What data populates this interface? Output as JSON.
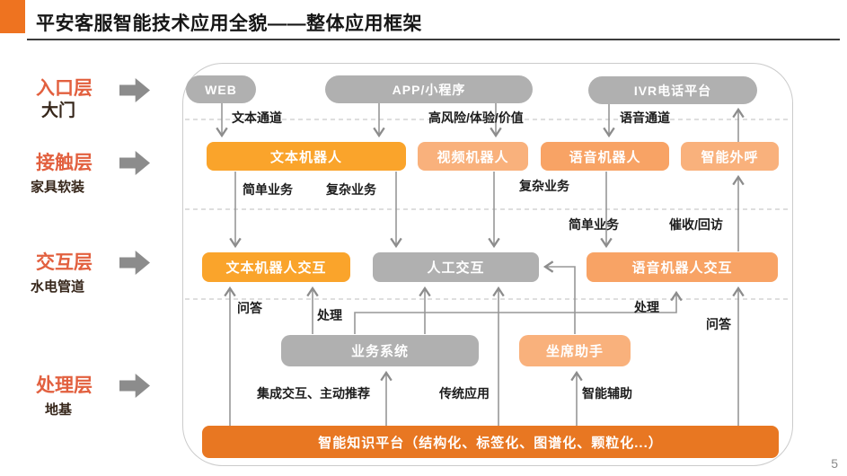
{
  "header": {
    "title": "平安客服智能技术应用全貌——整体应用框架"
  },
  "page_number": "5",
  "layers": [
    {
      "name": "入口层",
      "subtitle": "大门"
    },
    {
      "name": "接触层",
      "subtitle": "家具软装"
    },
    {
      "name": "交互层",
      "subtitle": "水电管道"
    },
    {
      "name": "处理层",
      "subtitle": "地基"
    }
  ],
  "nodes": {
    "entry": [
      {
        "label": "WEB"
      },
      {
        "label": "APP/小程序"
      },
      {
        "label": "IVR电话平台"
      }
    ],
    "contact": [
      {
        "label": "文本机器人"
      },
      {
        "label": "视频机器人"
      },
      {
        "label": "语音机器人"
      },
      {
        "label": "智能外呼"
      }
    ],
    "interaction": [
      {
        "label": "文本机器人交互"
      },
      {
        "label": "人工交互"
      },
      {
        "label": "语音机器人交互"
      }
    ],
    "process": [
      {
        "label": "业务系统"
      },
      {
        "label": "坐席助手"
      }
    ],
    "knowledge": {
      "label": "智能知识平台（结构化、标签化、图谱化、颗粒化...）"
    }
  },
  "edge_labels": {
    "text_channel": "文本通道",
    "high_risk_value": "高风险/体验/价值",
    "voice_channel": "语音通道",
    "simple_biz_text": "简单业务",
    "complex_biz_text": "复杂业务",
    "complex_biz_video": "复杂业务",
    "simple_biz_voice": "简单业务",
    "collection_callback": "催收/回访",
    "qa_left": "问答",
    "process_left": "处理",
    "process_right": "处理",
    "qa_right": "问答",
    "integrated_push": "集成交互、主动推荐",
    "traditional_app": "传统应用",
    "smart_assist": "智能辅助"
  },
  "colors": {
    "accent": "#EE7320",
    "bright-orange": "#FAA42B",
    "light-orange": "#F9B17C",
    "mid-orange": "#F8A365",
    "deep-orange": "#E87722",
    "node-gray": "#B0B0B0",
    "layer-label": "#E2603F",
    "line-gray": "#8C8C8C"
  }
}
